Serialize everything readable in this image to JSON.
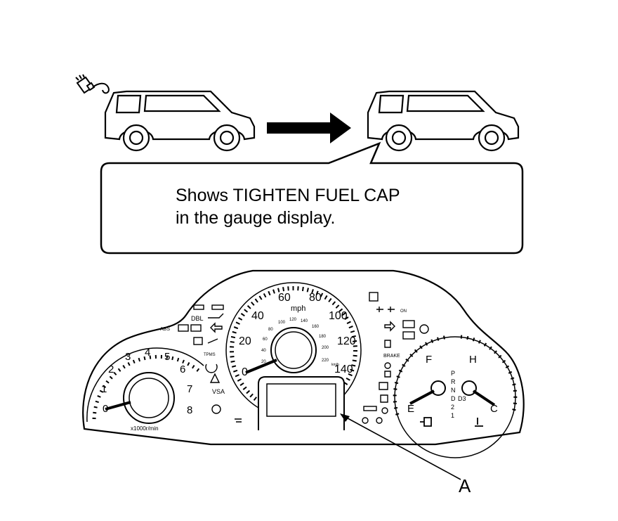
{
  "callout": {
    "line1": "Shows TIGHTEN FUEL CAP",
    "line2": "in the gauge display."
  },
  "callout_label": "A",
  "tachometer": {
    "ticks": [
      "0",
      "1",
      "2",
      "3",
      "4",
      "5",
      "6",
      "7",
      "8"
    ],
    "unit": "x1000r/min"
  },
  "speedometer": {
    "mph_ticks": [
      "0",
      "20",
      "40",
      "60",
      "80",
      "100",
      "120",
      "140"
    ],
    "kmh_ticks": [
      "20",
      "40",
      "60",
      "80",
      "100",
      "120",
      "140",
      "160",
      "180",
      "200",
      "220"
    ],
    "unit": "mph",
    "kmh_unit": "km/h"
  },
  "fuel_gauge": {
    "full": "F",
    "empty": "E"
  },
  "temp_gauge": {
    "hot": "H",
    "cold": "C"
  },
  "gear_indicator": [
    "P",
    "R",
    "N",
    "D",
    "D3",
    "2",
    "1"
  ],
  "indicator_labels": {
    "vsa": "VSA",
    "dbl": "DBL",
    "tpms": "TPMS",
    "brake": "BRAKE",
    "abs": "ABS"
  },
  "colors": {
    "ink": "#000000",
    "background": "#ffffff"
  }
}
